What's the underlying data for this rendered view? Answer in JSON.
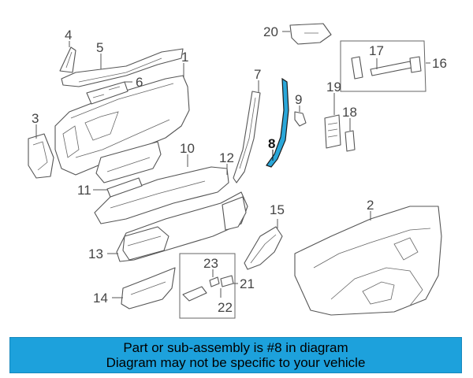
{
  "diagram": {
    "highlight_color": "#2aa7d9",
    "highlighted_part": "8",
    "callouts": {
      "c1": "1",
      "c2": "2",
      "c3": "3",
      "c4": "4",
      "c5": "5",
      "c6": "6",
      "c7": "7",
      "c8": "8",
      "c9": "9",
      "c10": "10",
      "c11": "11",
      "c12": "12",
      "c13": "13",
      "c14": "14",
      "c15": "15",
      "c16": "16",
      "c17": "17",
      "c18": "18",
      "c19": "19",
      "c20": "20",
      "c21": "21",
      "c22": "22",
      "c23": "23"
    }
  },
  "banner": {
    "line1": "Part or sub-assembly is #8 in diagram",
    "line2": "Diagram may not be specific to your vehicle",
    "color": "#1da1dc"
  }
}
